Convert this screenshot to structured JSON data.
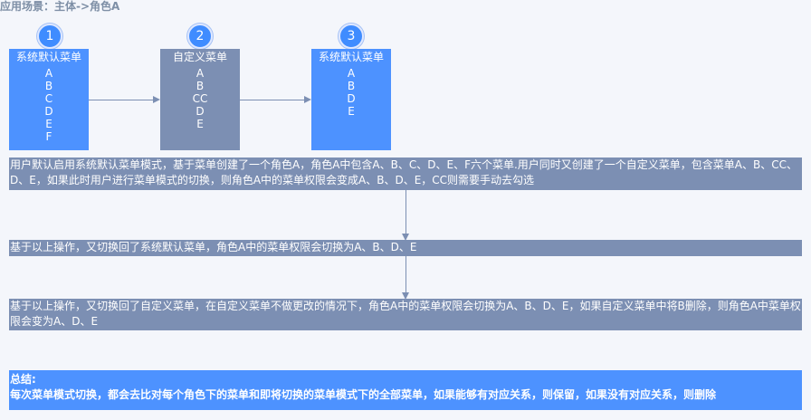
{
  "title": "应用场景：主体->角色A",
  "steps": [
    {
      "number": "1",
      "heading": "系统默认菜单",
      "items": [
        "A",
        "B",
        "C",
        "D",
        "E",
        "F"
      ]
    },
    {
      "number": "2",
      "heading": "自定义菜单",
      "items": [
        "A",
        "B",
        "CC",
        "D",
        "E"
      ]
    },
    {
      "number": "3",
      "heading": "系统默认菜单",
      "items": [
        "A",
        "B",
        "D",
        "E"
      ]
    }
  ],
  "notes": [
    "用户默认启用系统默认菜单模式，基于菜单创建了一个角色A，角色A中包含A、B、C、D、E、F六个菜单.用户同时又创建了一个自定义菜单，包含菜单A、B、CC、D、E，如果此时用户进行菜单模式的切换，则角色A中的菜单权限会变成A、B、D、E，CC则需要手动去勾选",
    "基于以上操作，又切换回了系统默认菜单，角色A中的菜单权限会切换为A、B、D、E",
    "基于以上操作，又切换回了自定义菜单，在自定义菜单不做更改的情况下，角色A中的菜单权限会切换为A、B、D、E，如果自定义菜单中将B删除，则角色A中菜单权限会变为A、D、E"
  ],
  "summary": {
    "label": "总结:",
    "text": "每次菜单模式切换，都会去比对每个角色下的菜单和即将切换的菜单模式下的全部菜单，如果能够有对应关系，则保留，如果没有对应关系，则删除"
  },
  "colors": {
    "blue": "#4d92ff",
    "grey": "#7c8fb3",
    "background": "#f4f6fb"
  }
}
